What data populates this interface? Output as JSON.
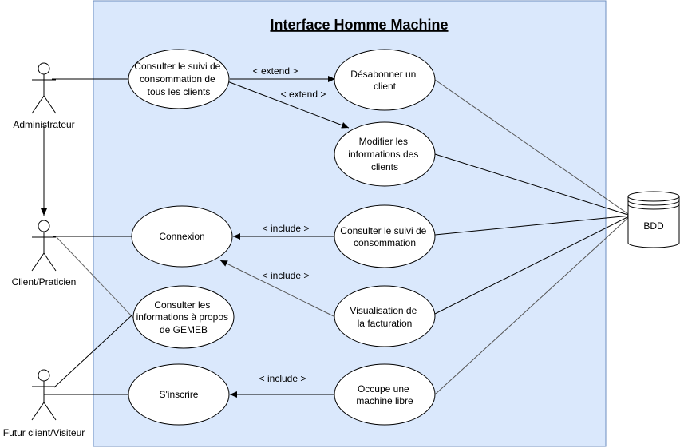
{
  "system": {
    "title": "Interface Homme Machine"
  },
  "actors": {
    "admin": "Administrateur",
    "client": "Client/Praticien",
    "visitor": "Futur client/Visiteur"
  },
  "usecases": {
    "suivi_tous": [
      "Consulter le suivi de",
      "consommation de",
      "tous les clients"
    ],
    "desabonner": [
      "Désabonner un",
      "client"
    ],
    "modifier": [
      "Modifier les",
      "informations des",
      "clients"
    ],
    "connexion": [
      "Connexion"
    ],
    "suivi_conso": [
      "Consulter le suivi de",
      "consommation"
    ],
    "infos_gemeb": [
      "Consulter les",
      "informations à propos",
      "de GEMEB"
    ],
    "facturation": [
      "Visualisation de",
      "la facturation"
    ],
    "inscrire": [
      "S'inscrire"
    ],
    "machine_libre": [
      "Occupe une",
      "machine libre"
    ]
  },
  "database": {
    "label": "BDD"
  },
  "relations": {
    "extend1": "< extend >",
    "extend2": "< extend >",
    "include1": "< include >",
    "include2": "< include >",
    "include3": "< include >"
  },
  "colors": {
    "system_fill": "#dae8fc",
    "system_stroke": "#6c8ebf"
  }
}
